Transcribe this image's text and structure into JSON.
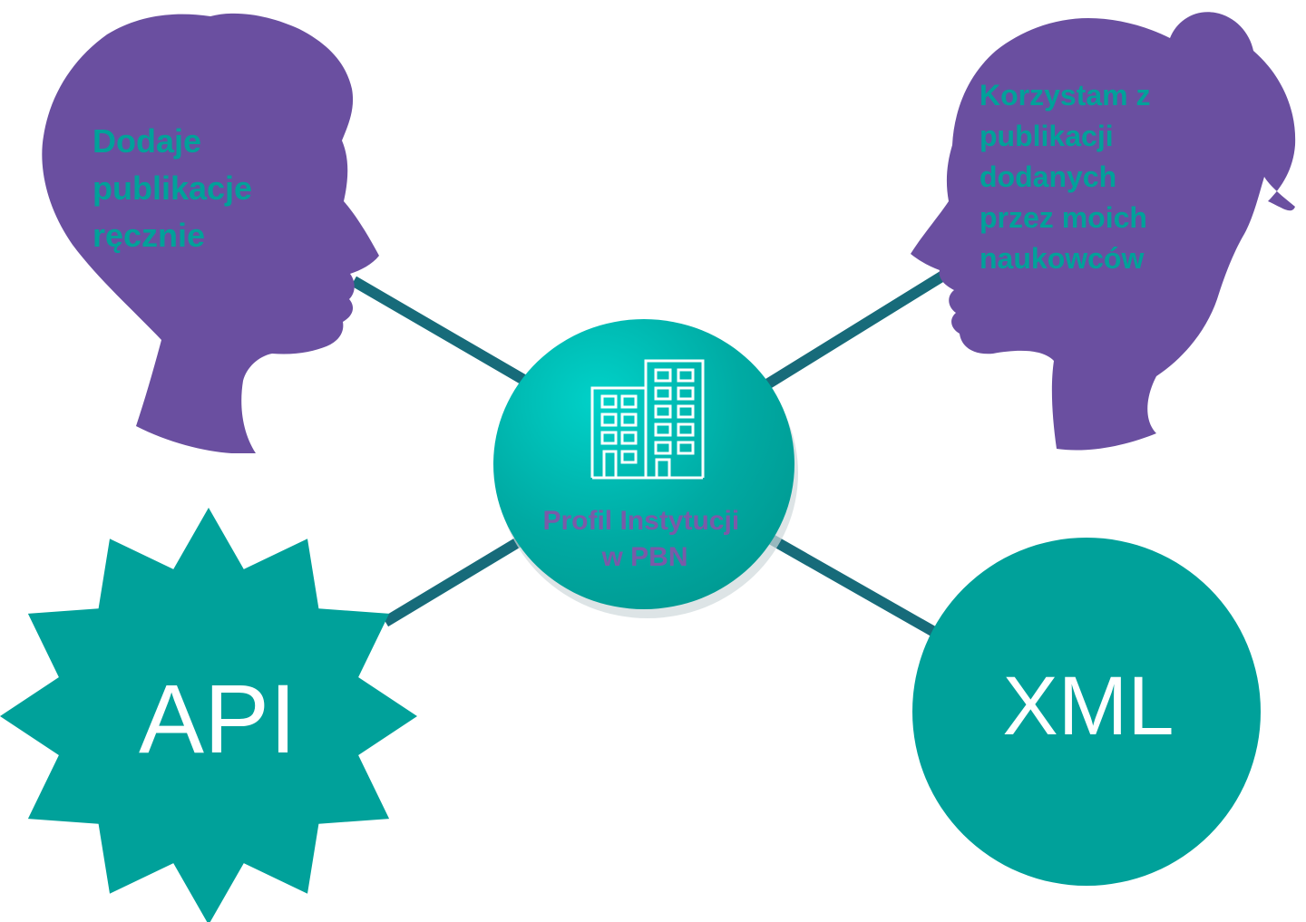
{
  "diagram": {
    "center": {
      "label_lines": [
        "Profil Instytucji",
        "w PBN"
      ],
      "icon": "building-icon"
    },
    "left_person": {
      "label_lines": [
        "Dodaje",
        "publikacje",
        "ręcznie"
      ]
    },
    "right_person": {
      "label_lines": [
        "Korzystam z",
        "publikacji",
        "dodanych",
        "przez moich",
        "naukowców"
      ]
    },
    "api_node": {
      "label": "API"
    },
    "xml_node": {
      "label": "XML"
    }
  },
  "colors": {
    "purple": "#6a4fa0",
    "teal": "#00a19a",
    "teal_light": "#00c9c1",
    "connector": "#176b7a",
    "person_text": "#00a19a",
    "center_text": "#7a5aa8",
    "white": "#ffffff"
  }
}
